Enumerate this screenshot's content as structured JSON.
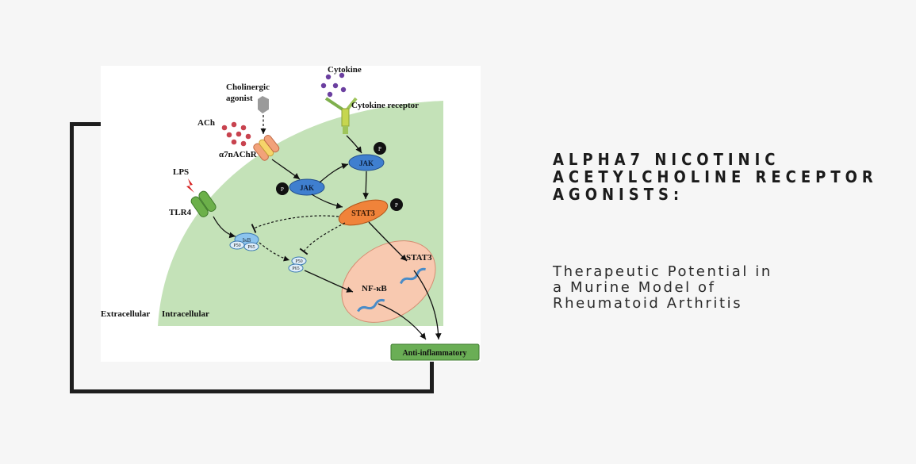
{
  "heading": {
    "title_lines": [
      "ALPHA7 NICOTINIC",
      "ACETYLCHOLINE RECEPTOR",
      "AGONISTS:"
    ],
    "subtitle_lines": [
      "Therapeutic Potential in",
      "a Murine Model of",
      "Rheumatoid Arthritis"
    ]
  },
  "diagram": {
    "cytokine": "Cytokine",
    "cytokine_receptor": "Cytokine receptor",
    "cholinergic_line1": "Cholinergic",
    "cholinergic_line2": "agonist",
    "ach": "ACh",
    "a7nachr": "α7nAChR",
    "lps": "LPS",
    "tlr4": "TLR4",
    "jak_upper": "JAK",
    "jak_lower": "JAK",
    "phospho": "P",
    "stat3": "STAT3",
    "stat3_nucleus": "STAT3",
    "ikb": "IκB",
    "p50": "P50",
    "p65": "P65",
    "nfkb": "NF-κB",
    "extracellular": "Extracellular",
    "intracellular": "Intracellular",
    "anti_inflammatory": "Anti-inflammatory"
  },
  "colors": {
    "cell_green": "#c4e2b8",
    "jak_blue": "#3f7fcf",
    "stat3_orange": "#f0833a",
    "nucleus_peach": "#f8c9b0",
    "ach_red": "#c8434f",
    "cytokine_purple": "#6b3fa0",
    "tlr4_green": "#6cb04a",
    "anti_inflammatory_box": "#6aae55"
  }
}
